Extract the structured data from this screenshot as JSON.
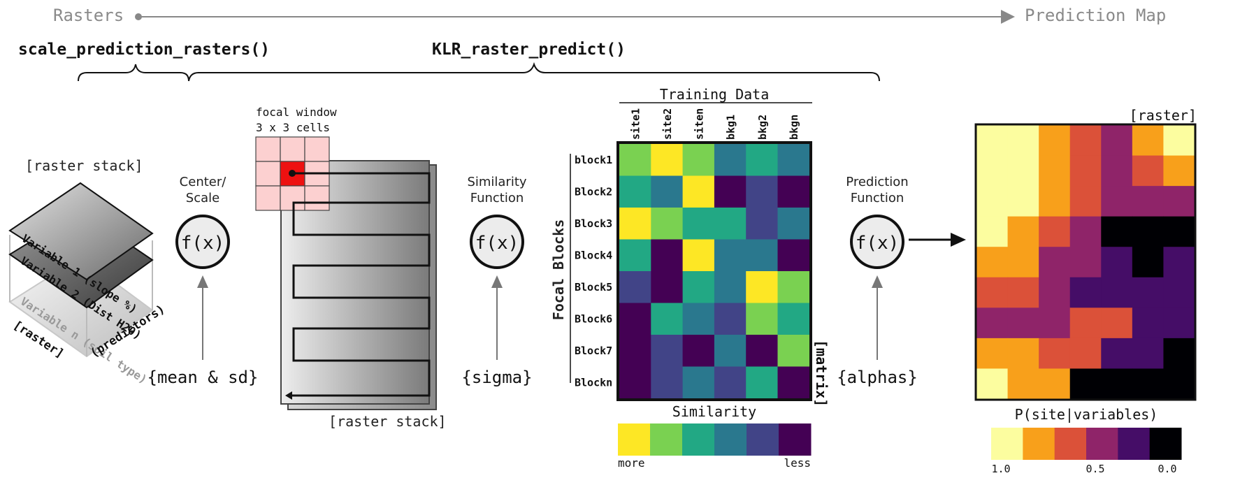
{
  "pipeline": {
    "start_label": "Rasters",
    "end_label": "Prediction Map"
  },
  "functions": {
    "scale_fn": "scale_prediction_rasters()",
    "predict_fn": "KLR_raster_predict()"
  },
  "raster_stack_left": {
    "title": "[raster stack]",
    "layers": [
      "Variable 1 (slope %)",
      "Variable 2 (Dist H20)",
      "Variable n (soil type)"
    ],
    "bottom_left": "[raster]",
    "bottom_right": "(predictors)"
  },
  "center_scale": {
    "title_line1": "Center/",
    "title_line2": "Scale",
    "fx": "f(x)",
    "param": "{mean & sd}"
  },
  "focal": {
    "line1": "focal window",
    "line2": "3 x 3 cells",
    "stack_label": "[raster stack]"
  },
  "similarity_fn": {
    "title_line1": "Similarity",
    "title_line2": "Function",
    "fx": "f(x)",
    "param": "{sigma}"
  },
  "matrix": {
    "header": "Training Data",
    "row_axis_label": "Focal Blocks",
    "tag": "[matrix]",
    "columns": [
      "site1",
      "site2",
      "siten",
      "bkg1",
      "bkg2",
      "bkgn"
    ],
    "rows": [
      "block1",
      "Block2",
      "Block3",
      "Block4",
      "Block5",
      "Block6",
      "Block7",
      "Blockn"
    ],
    "cells": [
      [
        1,
        0,
        1,
        3,
        2,
        3
      ],
      [
        2,
        3,
        0,
        5,
        4,
        5
      ],
      [
        0,
        1,
        2,
        2,
        4,
        3
      ],
      [
        2,
        5,
        0,
        3,
        3,
        5
      ],
      [
        4,
        5,
        2,
        3,
        0,
        1
      ],
      [
        5,
        2,
        3,
        4,
        1,
        2
      ],
      [
        5,
        4,
        5,
        3,
        5,
        1
      ],
      [
        5,
        4,
        3,
        4,
        2,
        5
      ]
    ],
    "legend_title": "Similarity",
    "legend_more": "more",
    "legend_less": "less",
    "palette": [
      "#fde725",
      "#7ad151",
      "#22a884",
      "#2a788e",
      "#414487",
      "#440154"
    ]
  },
  "prediction_fn": {
    "title_line1": "Prediction",
    "title_line2": "Function",
    "fx": "f(x)",
    "param": "{alphas}"
  },
  "prediction_map": {
    "tag": "[raster]",
    "legend_title": "P(site|variables)",
    "legend_ticks": [
      "1.0",
      "0.5",
      "0.0"
    ],
    "palette": [
      "#fcfd9f",
      "#f8a01b",
      "#db5139",
      "#8f2469",
      "#450d67",
      "#000004"
    ],
    "grid": [
      [
        0,
        0,
        1,
        2,
        3,
        1,
        0
      ],
      [
        0,
        0,
        1,
        2,
        3,
        2,
        1
      ],
      [
        0,
        0,
        1,
        2,
        3,
        3,
        3
      ],
      [
        0,
        1,
        2,
        3,
        5,
        5,
        5
      ],
      [
        1,
        1,
        3,
        3,
        4,
        5,
        4
      ],
      [
        2,
        2,
        3,
        4,
        4,
        4,
        4
      ],
      [
        3,
        3,
        3,
        2,
        2,
        4,
        4
      ],
      [
        1,
        1,
        2,
        2,
        4,
        4,
        5
      ],
      [
        0,
        1,
        1,
        5,
        5,
        5,
        5
      ]
    ]
  }
}
